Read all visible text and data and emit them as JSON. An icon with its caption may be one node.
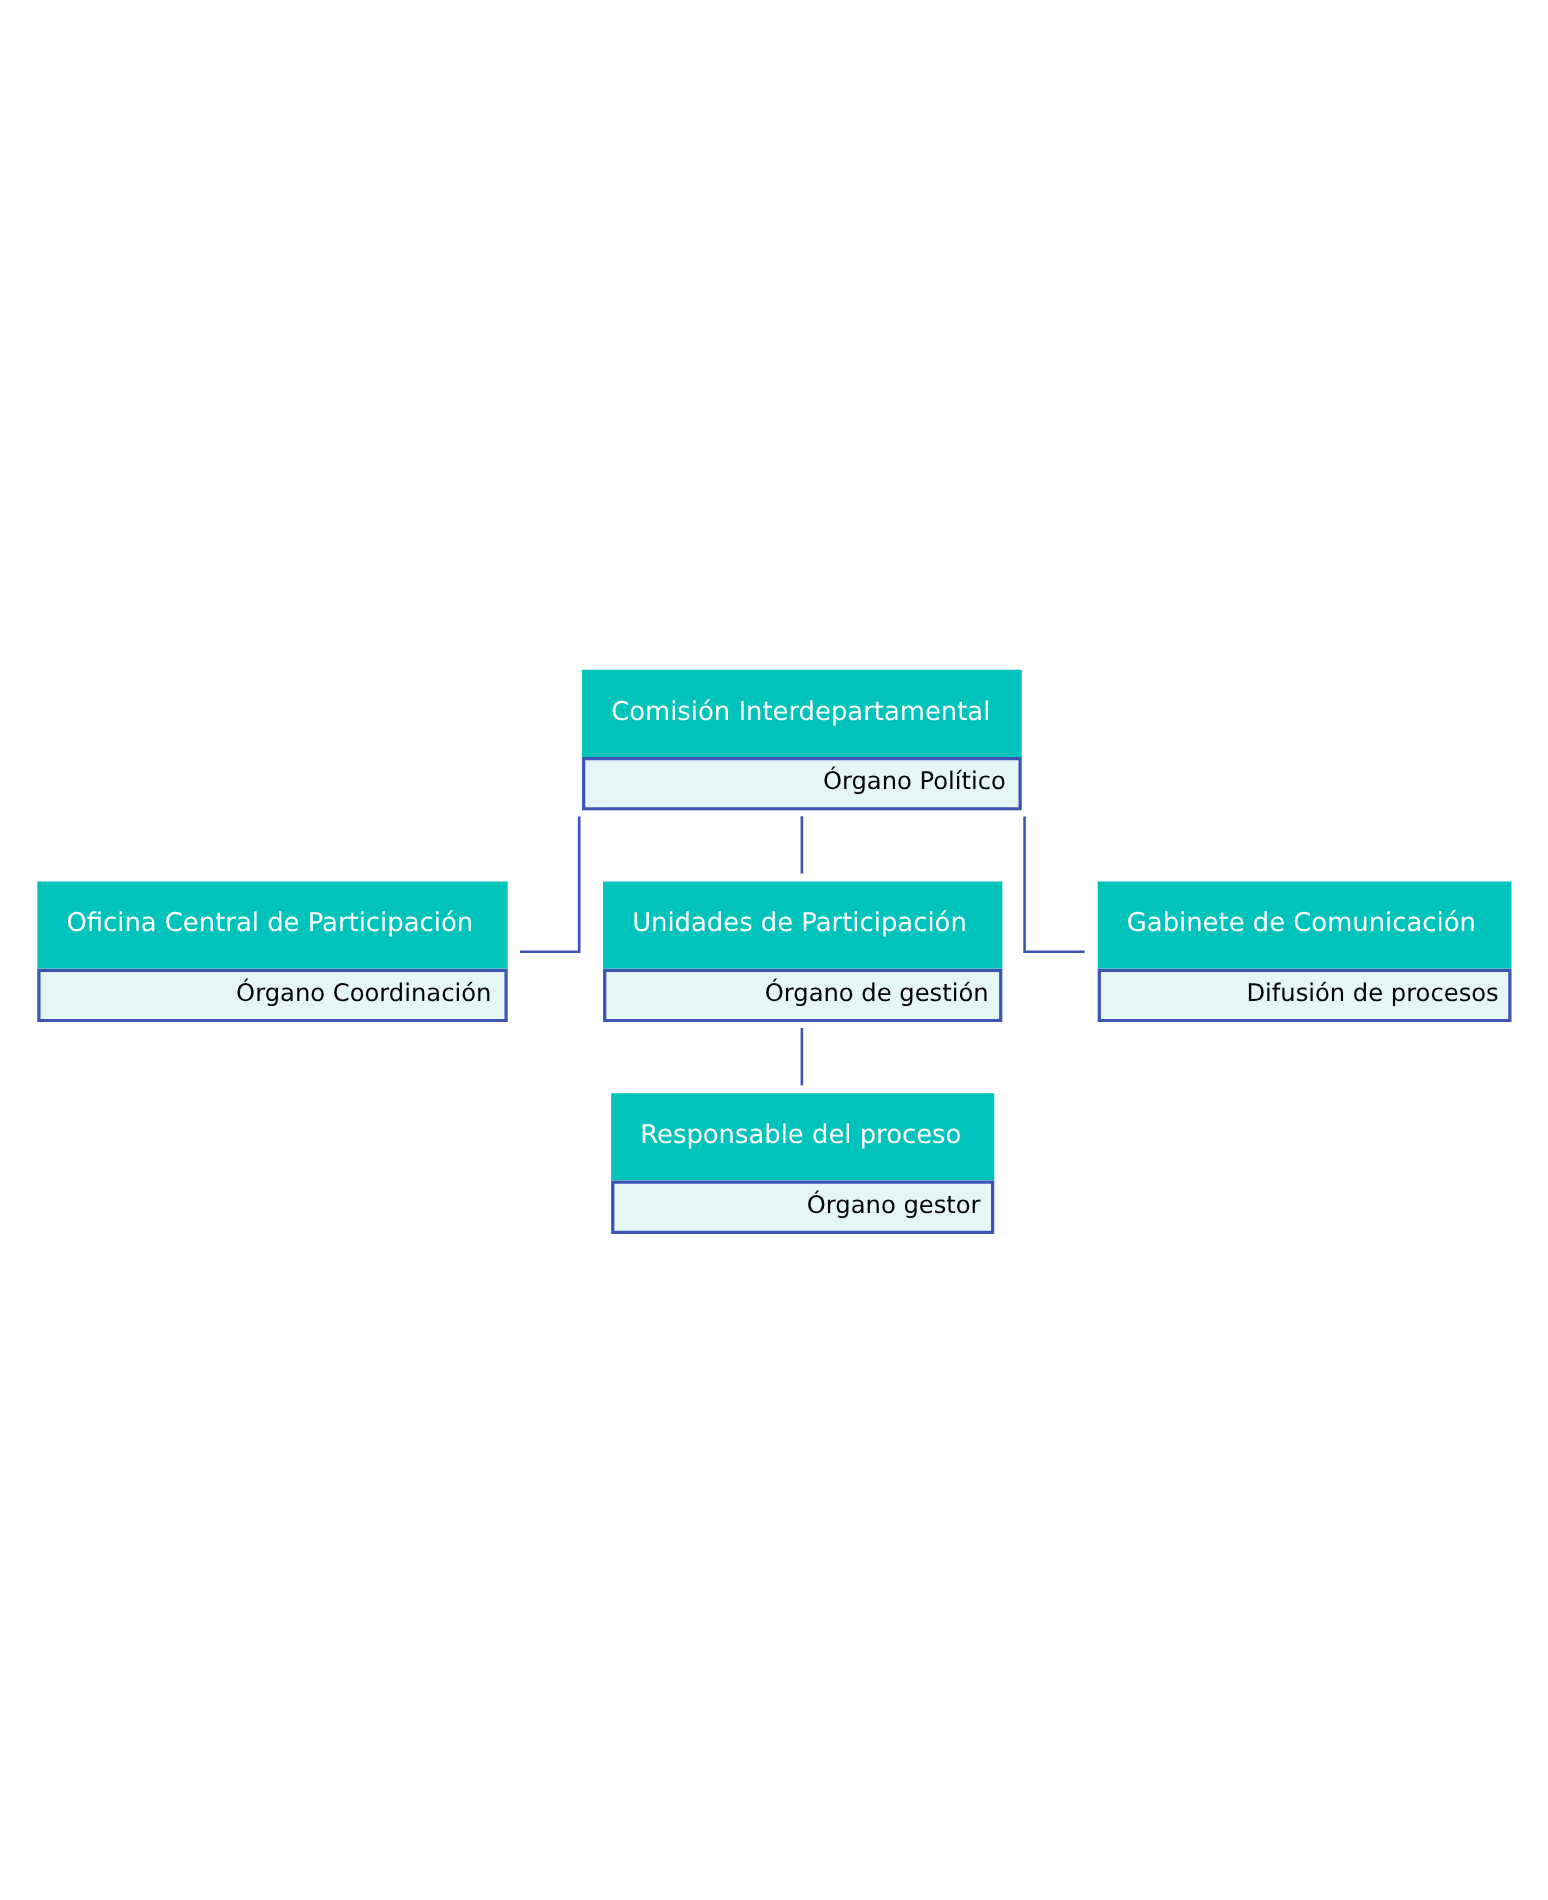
{
  "diagram": {
    "nodes": [
      {
        "text": [
          "Comisión Interdepartamental",
          "Órgano Político"
        ]
      },
      {
        "text": [
          "Oficina Central de Participación",
          "Órgano Coordinación"
        ]
      },
      {
        "text": [
          "Unidades de Participación",
          "Órgano de gestión"
        ]
      },
      {
        "text": [
          "Gabinete de Comunicación",
          "Difusión de procesos"
        ]
      },
      {
        "text": [
          "Responsable del proceso",
          "Órgano gestor"
        ]
      }
    ],
    "edges": [
      {
        "from": 0,
        "to": 1,
        "arrow": "none"
      },
      {
        "from": 0,
        "to": 2,
        "arrow": "none"
      },
      {
        "from": 0,
        "to": 3,
        "arrow": "none"
      },
      {
        "from": 2,
        "to": 4,
        "arrow": "none"
      }
    ]
  }
}
